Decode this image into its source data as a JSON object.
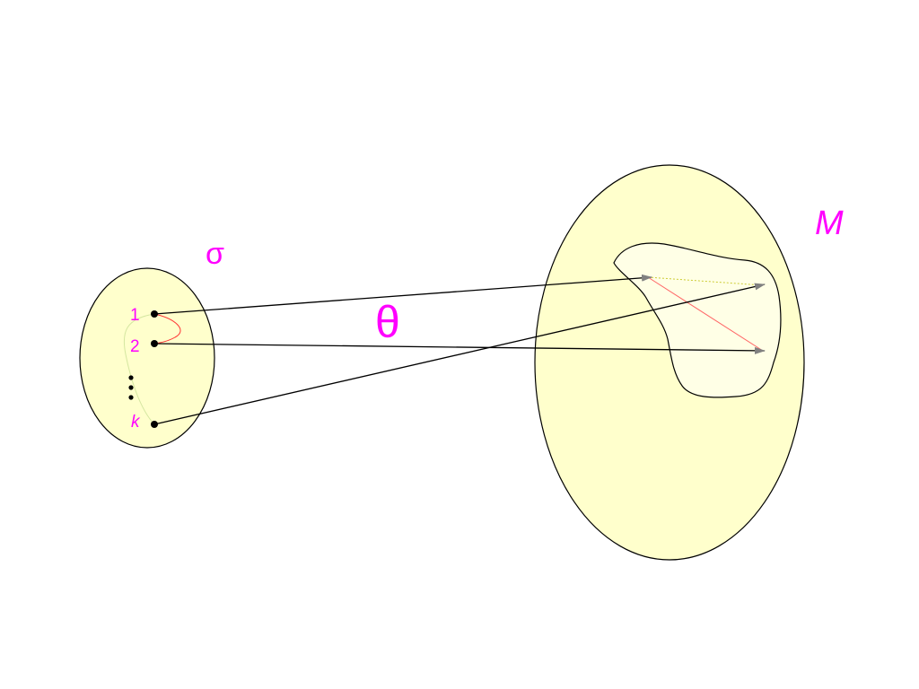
{
  "diagram": {
    "source_labels": {
      "one": "1",
      "two": "2",
      "k": "k"
    },
    "sigma_label": "σ",
    "theta_label": "θ",
    "manifold_label": "M",
    "colors": {
      "fill": "#ffffcc",
      "inner_fill": "#ffffe6",
      "label": "#ff00ff",
      "arrow": "#000000",
      "inner_arrow": "#808080",
      "red_curve": "#ff3333",
      "green_dotted": "#cccc33"
    }
  }
}
